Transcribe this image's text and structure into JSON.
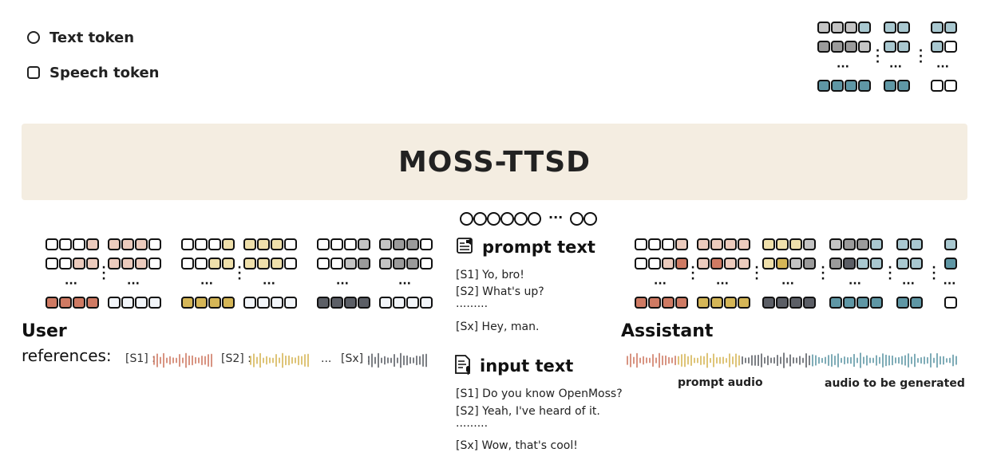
{
  "legend": {
    "text_token_label": "Text token",
    "speech_token_label": "Speech token"
  },
  "banner": {
    "title": "MOSS-TTSD"
  },
  "user": {
    "label": "User",
    "references_label": "references:",
    "refs": [
      {
        "tag": "[S1] :",
        "color": "#cf7a63"
      },
      {
        "tag": "[S2] :",
        "color": "#d5b657"
      },
      {
        "tag": "[Sx] :",
        "color": "#5c5f66"
      }
    ],
    "ellipsis": "..."
  },
  "assistant": {
    "label": "Assistant",
    "prompt_audio_label": "prompt audio",
    "generated_audio_label": "audio to be generated"
  },
  "text_tokens": {
    "ellipsis": "···"
  },
  "prompt": {
    "heading": "prompt text",
    "lines": [
      "[S1] Yo, bro!",
      "[S2] What's up?",
      "·········",
      "[Sx] Hey, man."
    ]
  },
  "input": {
    "heading": "input text",
    "lines": [
      "[S1] Do you know OpenMoss?",
      "[S2] Yeah, I've heard of it.",
      "·········",
      "[Sx] Wow, that's cool!"
    ]
  },
  "colors": {
    "salmon_dark": "#cf7a63",
    "salmon_light": "#eccbbd",
    "gold_dark": "#d5b657",
    "gold_light": "#efe0ab",
    "gray_dark": "#5c5f66",
    "gray_mid": "#9b9b9b",
    "gray_light": "#c4c4c4",
    "teal_dark": "#5f97a5",
    "teal_light": "#a9c8d0",
    "banner_bg": "#f4ede1"
  }
}
